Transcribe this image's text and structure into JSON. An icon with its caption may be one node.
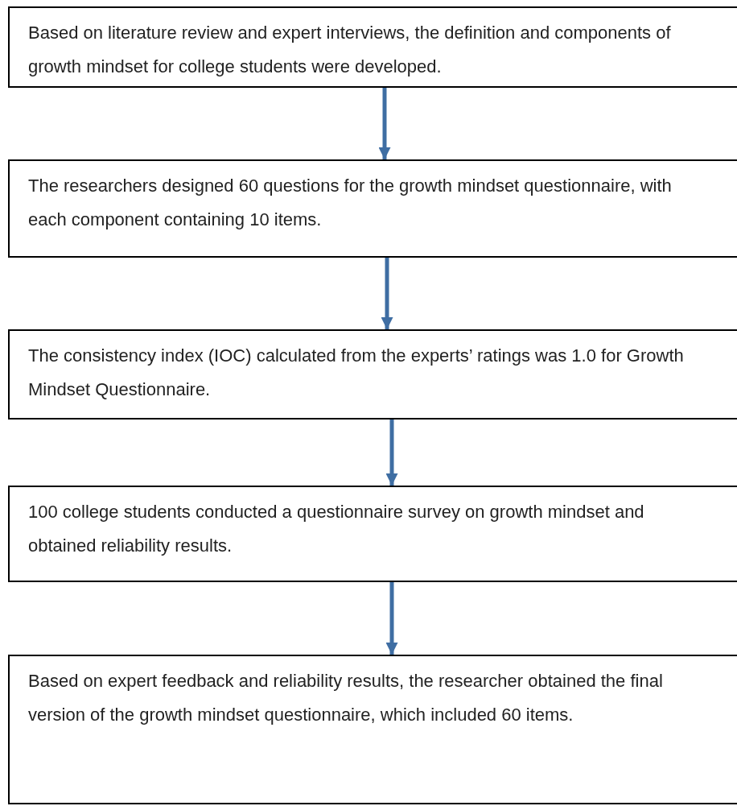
{
  "diagram": {
    "nodes": [
      {
        "text": [
          "Based on literature review and expert interviews, the definition and components of growth mindset for college students were developed."
        ]
      },
      {
        "text": [
          "The researchers designed 60 questions for the growth mindset questionnaire, with each component containing 10 items."
        ]
      },
      {
        "text": [
          "The consistency index (IOC) calculated from the experts’ ratings was 1.0 for Growth Mindset Questionnaire."
        ]
      },
      {
        "text": [
          "100 college students conducted a questionnaire survey on growth mindset and obtained reliability results."
        ]
      },
      {
        "text": [
          "Based on expert feedback and reliability results, the researcher obtained the final version of the growth mindset questionnaire, which included 60 items."
        ]
      }
    ],
    "edges": [
      {
        "from": 0,
        "to": 1,
        "arrow": "to"
      },
      {
        "from": 1,
        "to": 2,
        "arrow": "to"
      },
      {
        "from": 2,
        "to": 3,
        "arrow": "to"
      },
      {
        "from": 3,
        "to": 4,
        "arrow": "to"
      }
    ]
  }
}
